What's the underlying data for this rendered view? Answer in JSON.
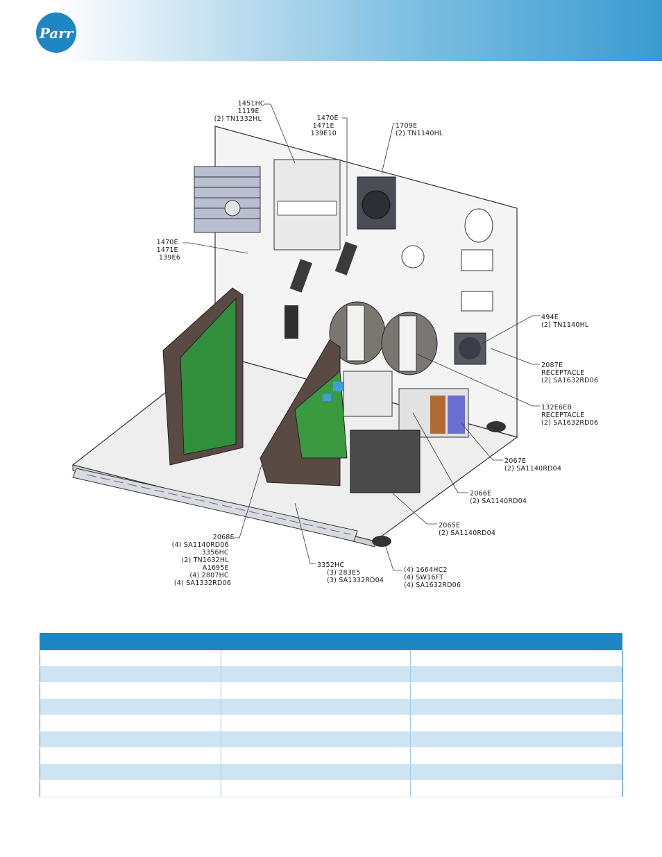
{
  "brand": {
    "logo_text": "Parr",
    "colors": {
      "header_blue": "#3a9bd0",
      "table_blue": "#1f86c4",
      "row_tint": "#cfe4f3"
    }
  },
  "callouts": {
    "c1": [
      "1451HC",
      "1119E",
      "(2) TN1332HL"
    ],
    "c2": [
      "1470E",
      "1471E",
      "139E10"
    ],
    "c3": [
      "1709E",
      "(2) TN1140HL"
    ],
    "c4": [
      "1470E",
      "1471E",
      "139E6"
    ],
    "c5": [
      "494E",
      "(2) TN1140HL"
    ],
    "c6": [
      "2087E",
      "RECEPTACLE",
      "(2) SA1632RD06"
    ],
    "c7": [
      "132E6EB",
      "RECEPTACLE",
      "(2) SA1632RD06"
    ],
    "c8": [
      "2067E",
      "(2) SA1140RD04"
    ],
    "c9": [
      "2066E",
      "(2) SA1140RD04"
    ],
    "c10": [
      "2065E",
      "(2) SA1140RD04"
    ],
    "c11": [
      "2068E",
      "(4) SA1140RD06",
      "3356HC",
      "(2) TN1632HL",
      "A1695E",
      "(4) 2807HC",
      "(4) SA1332RD06"
    ],
    "c12": [
      "3352HC",
      "(3) 283E5",
      "(3) SA1332RD04"
    ],
    "c13": [
      "(4) 1664HC2",
      "(4) SW16FT",
      "(4) SA1632RD06"
    ]
  },
  "parts_table": {
    "rows": [
      [
        "",
        "",
        ""
      ],
      [
        "",
        "",
        ""
      ],
      [
        "",
        "",
        ""
      ],
      [
        "",
        "",
        ""
      ],
      [
        "",
        "",
        ""
      ],
      [
        "",
        "",
        ""
      ],
      [
        "",
        "",
        ""
      ],
      [
        "",
        "",
        ""
      ],
      [
        "",
        "",
        ""
      ]
    ]
  }
}
